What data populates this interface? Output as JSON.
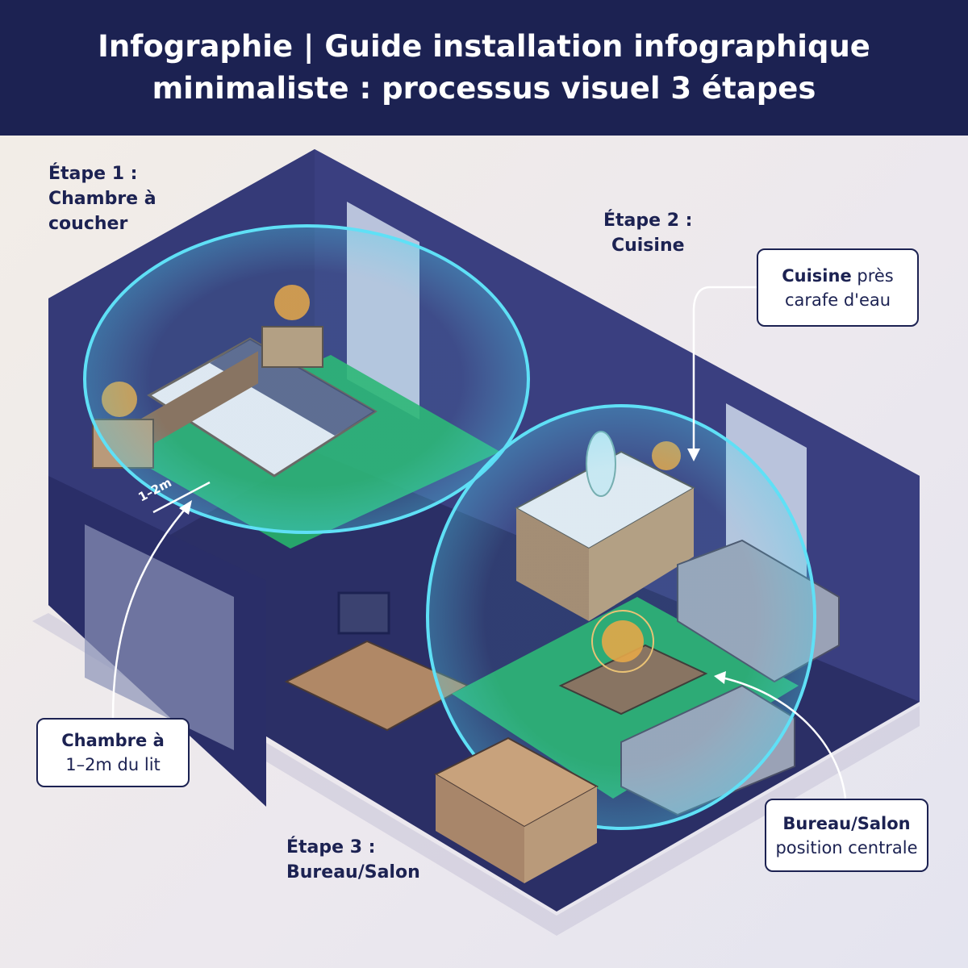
{
  "header": {
    "title_line1": "Infographie | Guide installation infographique",
    "title_line2": "minimaliste : processus visuel 3 étapes"
  },
  "steps": [
    {
      "line1": "Étape 1 :",
      "line2": "Chambre à",
      "line3": "coucher"
    },
    {
      "line1": "Étape 2 :",
      "line2": "Cuisine"
    },
    {
      "line1": "Étape 3 :",
      "line2": "Bureau/Salon"
    }
  ],
  "callouts": {
    "bedroom": {
      "line1": "Chambre à",
      "line2": "1–2m du lit"
    },
    "kitchen": {
      "bold": "Cuisine",
      "rest": " près",
      "line2": "carafe d'eau"
    },
    "living": {
      "line1": "Bureau/Salon",
      "line2": "position centrale"
    }
  },
  "distance_label": "1–2m",
  "colors": {
    "navy": "#1c2252",
    "dome": "#4fd6f0",
    "floor": "#27b46c",
    "device": "#f0a33a"
  }
}
